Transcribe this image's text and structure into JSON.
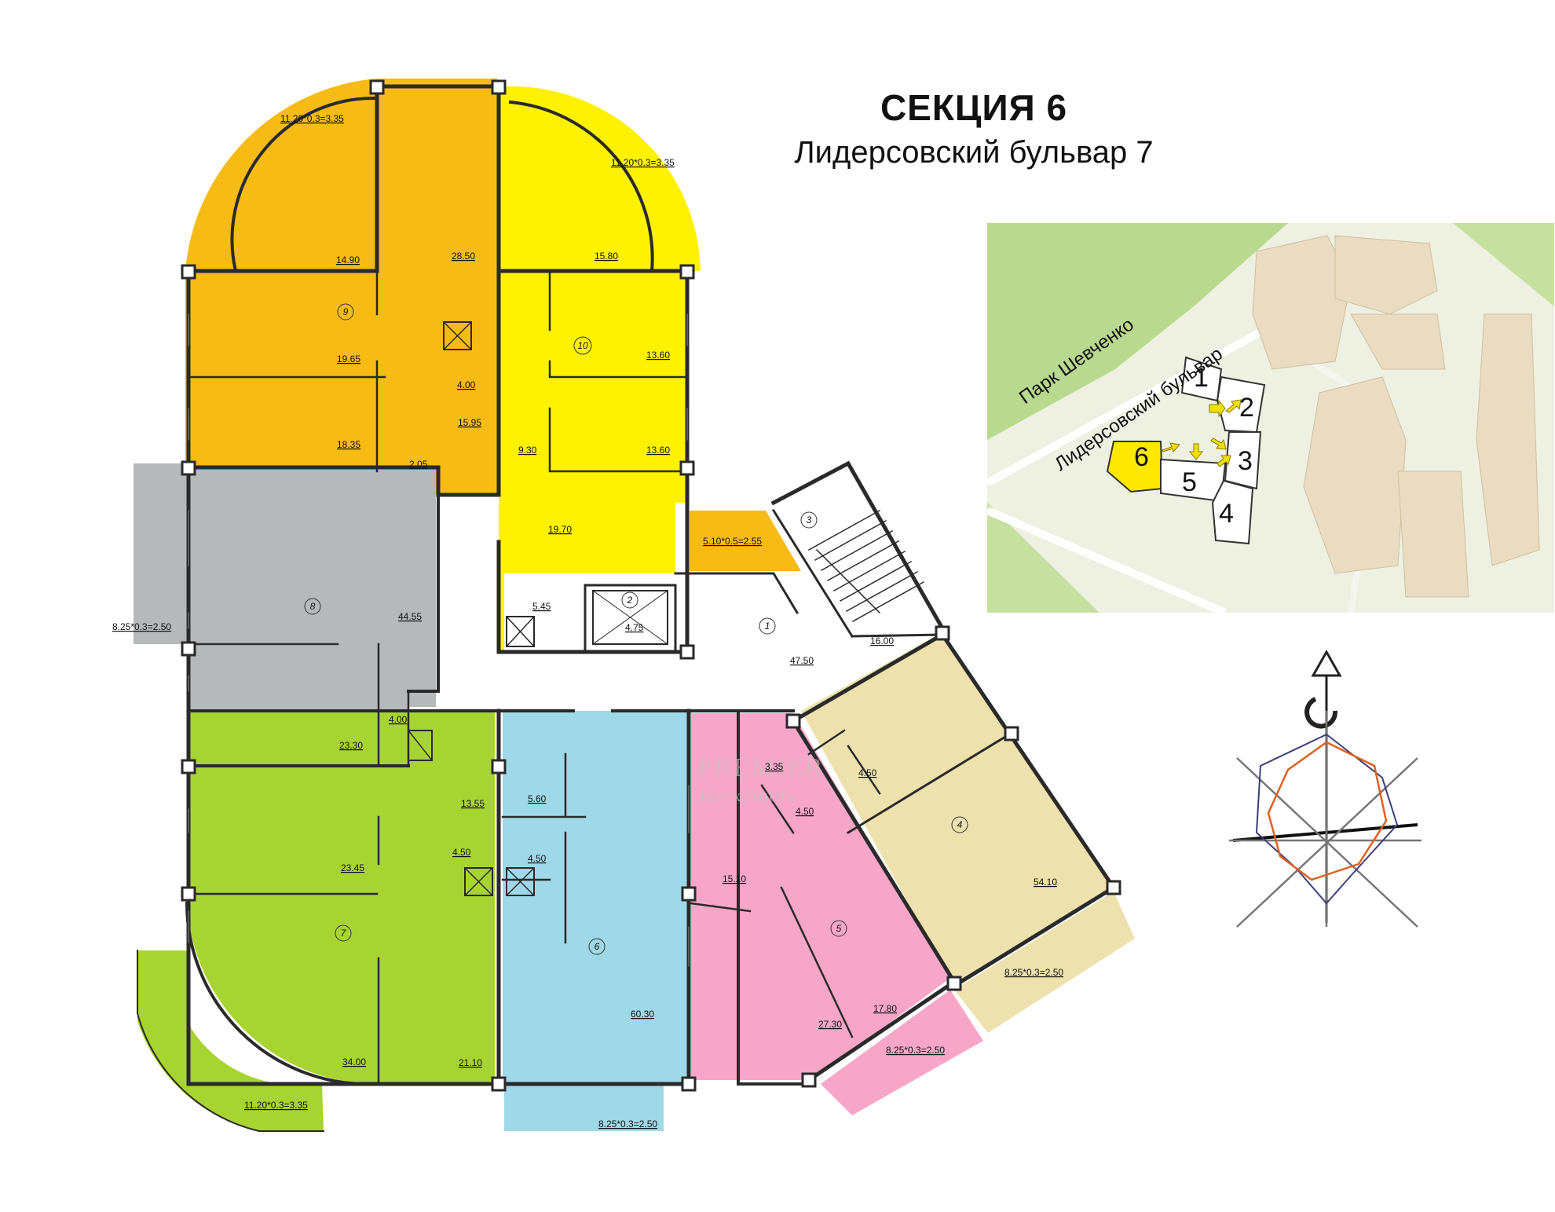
{
  "header": {
    "title": "СЕКЦИЯ 6",
    "address": "Лидерсовский бульвар 7"
  },
  "colors": {
    "unit_9": "#f7bb16",
    "unit_10": "#fff200",
    "unit_8": "#b7b8ba",
    "unit_7": "#a8d432",
    "unit_6": "#9fd9e8",
    "unit_5": "#f7a6c8",
    "unit_4": "#ede1ad",
    "common": "#ffffff",
    "wall": "#2a2a2a"
  },
  "units": {
    "u1": "1",
    "u2": "2",
    "u3": "3",
    "u4": "4",
    "u5": "5",
    "u6": "6",
    "u7": "7",
    "u8": "8",
    "u9": "9",
    "u10": "10"
  },
  "areas": {
    "u9_balcony": "11.20*0.3=3.35",
    "u10_balcony": "11.20*0.3=3.35",
    "u9_a": "14.90",
    "u9_b": "28.50",
    "u9_c": "19.65",
    "u9_d": "4.00",
    "u9_e": "15.95",
    "u9_f": "18.35",
    "u9_g": "2.05",
    "u10_a": "15.80",
    "u10_b": "13.60",
    "u10_c": "13.60",
    "u10_d": "9.30",
    "u10_e": "19.70",
    "u10_f": "5.45",
    "balcony_small": "5.10*0.5=2.55",
    "u2_lift": "4.75",
    "u8_balcony": "8.25*0.3=2.50",
    "u8_a": "44.55",
    "u8_b": "4.00",
    "u8_c": "23.30",
    "u1_hall": "47.50",
    "u3_stair": "16.00",
    "u7_a": "13.55",
    "u7_b": "23.45",
    "u7_c": "4.50",
    "u7_d": "34.00",
    "u7_e": "21.10",
    "u7_balcony": "11.20*0.3=3.35",
    "u6_a": "5.60",
    "u6_b": "4.50",
    "u6_c": "60.30",
    "u6_balcony": "8.25*0.3=2.50",
    "u5_a": "3.35",
    "u5_b": "4.50",
    "u5_c": "15.10",
    "u5_d": "27.30",
    "u5_e": "17.80",
    "u5_balcony": "8.25*0.3=2.50",
    "u4_a": "4.50",
    "u4_b": "54.10",
    "u4_balcony": "8.25*0.3=2.50"
  },
  "watermark": {
    "brand": "PREMIER",
    "sub": "НЕРУХОМІСТЬ"
  },
  "location_map": {
    "park": "Парк Шевченко",
    "boulevard": "Лидерсовский бульвар",
    "sections": [
      "1",
      "2",
      "3",
      "4",
      "5",
      "6"
    ],
    "highlight_section": "6",
    "highlight_color": "#ffe800"
  },
  "compass": {
    "north_icon": "north-arrow-icon",
    "wind_rose_icon": "wind-rose-icon"
  }
}
